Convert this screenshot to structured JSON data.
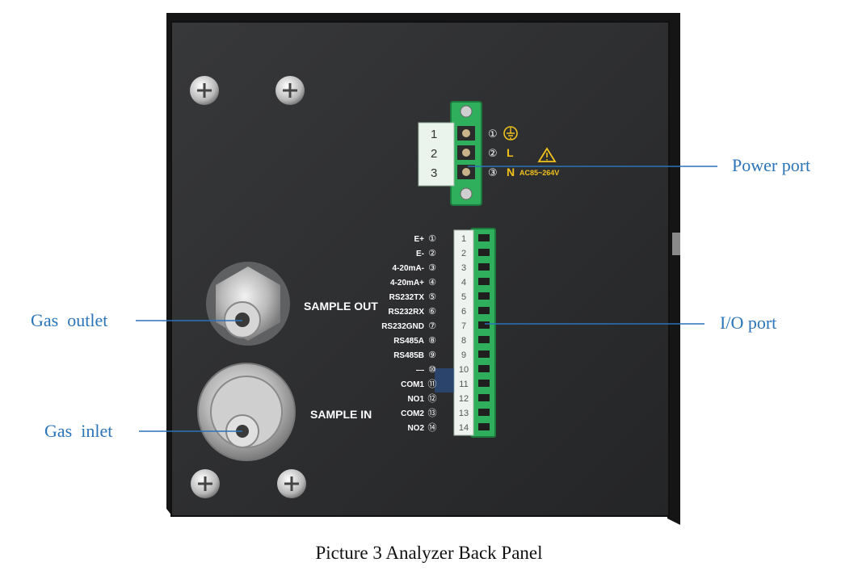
{
  "callouts": {
    "power_port": "Power port",
    "io_port": "I/O port",
    "gas_outlet": "Gas  outlet",
    "gas_inlet": "Gas  inlet"
  },
  "panel": {
    "sample_out": "SAMPLE OUT",
    "sample_in": "SAMPLE IN",
    "power_symbols": [
      "①",
      "②",
      "③"
    ],
    "power_letters": [
      "L",
      "N"
    ],
    "power_rating": "AC85~264V",
    "power_terminals": [
      "1",
      "2",
      "3"
    ],
    "io_labels": [
      {
        "name": "E+",
        "num": "①"
      },
      {
        "name": "E-",
        "num": "②"
      },
      {
        "name": "4-20mA-",
        "num": "③"
      },
      {
        "name": "4-20mA+",
        "num": "④"
      },
      {
        "name": "RS232TX",
        "num": "⑤"
      },
      {
        "name": "RS232RX",
        "num": "⑥"
      },
      {
        "name": "RS232GND",
        "num": "⑦"
      },
      {
        "name": "RS485A",
        "num": "⑧"
      },
      {
        "name": "RS485B",
        "num": "⑨"
      },
      {
        "name": "—",
        "num": "⑩"
      },
      {
        "name": "COM1",
        "num": "⑪"
      },
      {
        "name": "NO1",
        "num": "⑫"
      },
      {
        "name": "COM2",
        "num": "⑬"
      },
      {
        "name": "NO2",
        "num": "⑭"
      }
    ],
    "io_terminals": [
      "1",
      "2",
      "3",
      "4",
      "5",
      "6",
      "7",
      "8",
      "9",
      "10",
      "11",
      "12",
      "13",
      "14"
    ]
  },
  "caption": "Picture 3 Analyzer Back Panel",
  "colors": {
    "panel": "#2a2b2d",
    "terminal_green": "#2fae5c",
    "callout": "#2a74b8",
    "warning": "#f2c21b"
  }
}
